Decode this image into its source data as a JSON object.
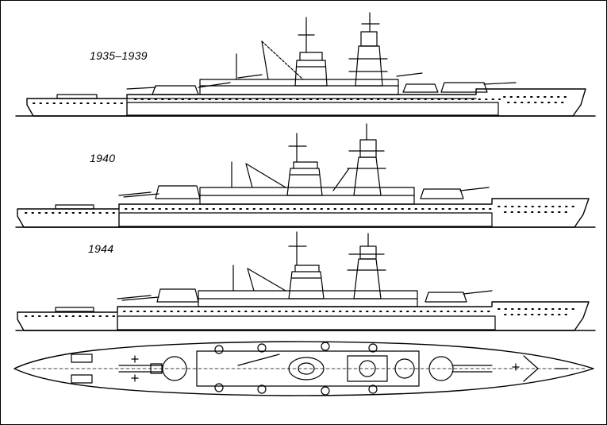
{
  "labels": {
    "profile_1935": "1935–1939",
    "profile_1940": "1940",
    "profile_1944": "1944"
  },
  "colors": {
    "line": "#000000",
    "background": "#ffffff"
  },
  "icons": [
    "ship-profile",
    "ship-plan-view"
  ]
}
